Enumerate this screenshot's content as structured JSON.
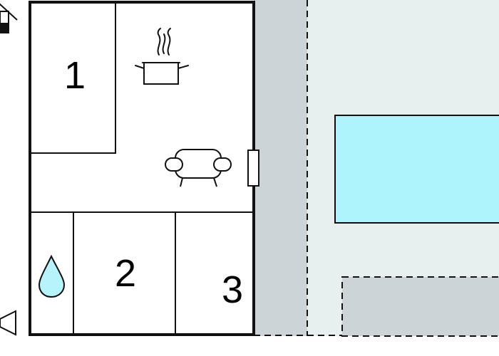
{
  "rooms": {
    "bedroom_1": {
      "number": "1"
    },
    "bedroom_2": {
      "number": "2"
    },
    "bedroom_3": {
      "number": "3"
    }
  },
  "icons": {
    "kitchen": "cooking-pot-icon",
    "living": "armchair-icon",
    "bathroom": "water-drop-icon",
    "entrance": "door-icon",
    "top_left_symbol": "house-icon",
    "bottom_left_symbol": "speaker-icon"
  },
  "colors": {
    "wall": "#111111",
    "terrace": "#ccd4d7",
    "garden": "#e8efef",
    "pool": "#aef4fd",
    "water_drop": "#b6f3fb",
    "room_fill": "#ffffff"
  }
}
